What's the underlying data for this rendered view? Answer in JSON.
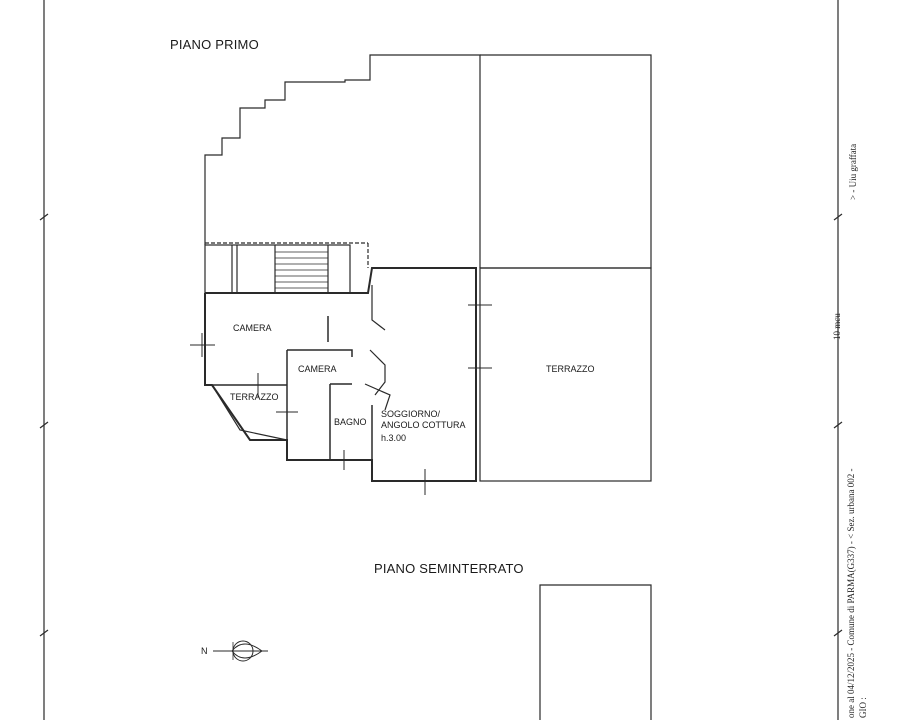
{
  "titles": {
    "upper_floor": "PIANO PRIMO",
    "basement": "PIANO SEMINTERRATO"
  },
  "rooms": {
    "camera_1": "CAMERA",
    "camera_2": "CAMERA",
    "terrazzo_small": "TERRAZZO",
    "bagno": "BAGNO",
    "soggiorno_line1": "SOGGIORNO/",
    "soggiorno_line2": "ANGOLO COTTURA",
    "soggiorno_height": "h.3.00",
    "terrazzo_large": "TERRAZZO"
  },
  "compass": {
    "north_label": "N"
  },
  "margin_notes": {
    "graffata": "> - Uiu graffata",
    "cadastral": "one al 04/12/2025 - Comune di PARMA(G337) - < Sez. urbana 002 -",
    "fragment_1": "10 mcu",
    "fragment_2": "GIO :"
  },
  "colors": {
    "line": "#2a2a2a",
    "paper": "#ffffff"
  }
}
